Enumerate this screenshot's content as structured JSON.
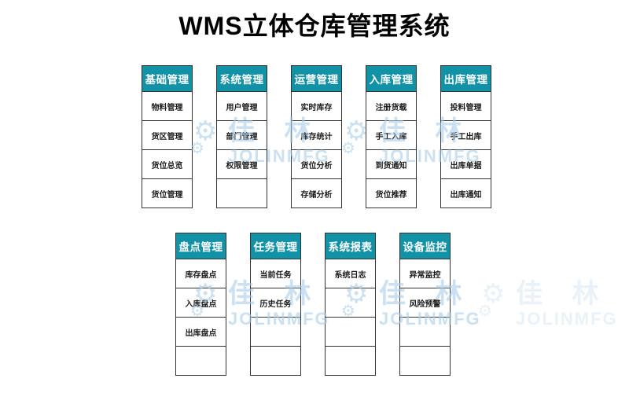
{
  "title": "WMS立体仓库管理系统",
  "colors": {
    "header_bg": "#1292a6",
    "header_text": "#ffffff",
    "cell_bg": "#ffffff",
    "cell_border": "#333333",
    "title_text": "#000000",
    "watermark": "#a9cde8"
  },
  "rows": [
    {
      "name": "top-row",
      "columns": [
        {
          "header": "基础管理",
          "items": [
            "物料管理",
            "货区管理",
            "货位总览",
            "货位管理"
          ]
        },
        {
          "header": "系统管理",
          "items": [
            "用户管理",
            "部门管理",
            "权限管理",
            ""
          ]
        },
        {
          "header": "运营管理",
          "items": [
            "实时库存",
            "库存统计",
            "货位分析",
            "存储分析"
          ]
        },
        {
          "header": "入库管理",
          "items": [
            "注册货载",
            "手工入库",
            "到货通知",
            "货位推荐"
          ]
        },
        {
          "header": "出库管理",
          "items": [
            "投料管理",
            "手工出库",
            "出库单据",
            "出库通知"
          ]
        }
      ]
    },
    {
      "name": "bottom-row",
      "columns": [
        {
          "header": "盘点管理",
          "items": [
            "库存盘点",
            "入库盘点",
            "出库盘点",
            ""
          ]
        },
        {
          "header": "任务管理",
          "items": [
            "当前任务",
            "历史任务",
            "",
            ""
          ]
        },
        {
          "header": "系统报表",
          "items": [
            "系统日志",
            "",
            "",
            ""
          ]
        },
        {
          "header": "设备监控",
          "items": [
            "异常监控",
            "风险预警",
            "",
            ""
          ]
        }
      ]
    }
  ],
  "watermark": {
    "cn": "佳 林",
    "en": "JOLINMFG",
    "gear_glyph": "⚙"
  }
}
